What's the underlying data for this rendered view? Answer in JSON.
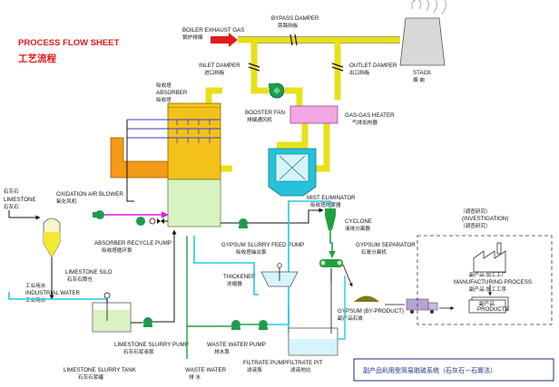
{
  "header": {
    "title_en": "PROCESS FLOW SHEET",
    "title_cn": "工艺流程"
  },
  "labels": {
    "boiler_gas_en": "BOILER EXHAUST GAS",
    "boiler_gas_cn": "锅炉排烟",
    "bypass_en": "BYPASS DAMPER",
    "bypass_cn": "旁路挡板",
    "inlet_en": "INLET DAMPER",
    "inlet_cn": "进口挡板",
    "outlet_en": "OUTLET DAMPER",
    "outlet_cn": "出口挡板",
    "stack_en": "STACK",
    "stack_cn": "烟 囱",
    "booster_en": "BOOSTER FAN",
    "booster_cn": "排烟通风机",
    "ggh_en": "GAS-GAS HEATER",
    "ggh_cn": "气体加热器",
    "absorber_cn1": "吸收塔",
    "absorber_en": "ABSORBER",
    "absorber_cn2": "吸收塔",
    "mist_en": "MIST ELIMINATOR",
    "mist_cn": "吸收塔除雾器",
    "oxblower_en": "OXIDATION AIR BLOWER",
    "oxblower_cn": "氧化风机",
    "limestone_cn": "石灰石",
    "limestone_en": "LIMESTONE",
    "limestone_cn2": "石灰石",
    "recycle_en": "ABSORBER RECYCLE PUMP",
    "recycle_cn": "吸收塔循环泵",
    "silo_en": "LIMESTONE SILO",
    "silo_cn": "石灰石筒仓",
    "indwater_cn": "工业用水",
    "indwater_en": "INDUSTRIAL WATER",
    "indwater_cn2": "工业用水",
    "cyclone_en": "CYCLONE",
    "cyclone_cn": "液体分离器",
    "feedpump_en": "GYPSUM SLURRY FEED PUMP",
    "feedpump_cn": "吸收塔抽出泵",
    "gypsep_en": "GYPSUM SEPARATOR",
    "gypsep_cn": "石膏分离机",
    "thickener_en": "THICKENER",
    "thickener_cn": "浓缩器",
    "gypsum_en": "GYPSUM (BY-PRODUCT)",
    "gypsum_cn": "副产品石膏",
    "slurrypump_en": "LIMESTONE SLURRY PUMP",
    "slurrypump_cn": "石灰石浆液泵",
    "wwpump_en": "WASTE WATER PUMP",
    "wwpump_cn": "排水泵",
    "slurrytank_en": "LIMESTONE SLURRY TANK",
    "slurrytank_cn": "石灰石浆罐",
    "ww_en": "WASTE WATER",
    "ww_cn": "排 水",
    "filtpump_en": "FILTRATE PUMP",
    "filtpump_cn": "滤液泵",
    "filtpit_en": "FILTRATE PIT",
    "filtpit_cn": "滤液地坑",
    "inv_cn1": "（调查研究）",
    "inv_en": "(INVESTIGATION)",
    "inv_cn2": "（调查研究）",
    "byprod_cn1": "副产品  加工工厂",
    "mfg_en": "MANUFACTURING PROCESS",
    "byprod_cn2": "副产品  加工工序",
    "products_en": "PRODUCTS",
    "products_cn": "副产品",
    "bottom_note": "副产品利用型简易脱硫系统（石灰石－石膏法）"
  }
}
